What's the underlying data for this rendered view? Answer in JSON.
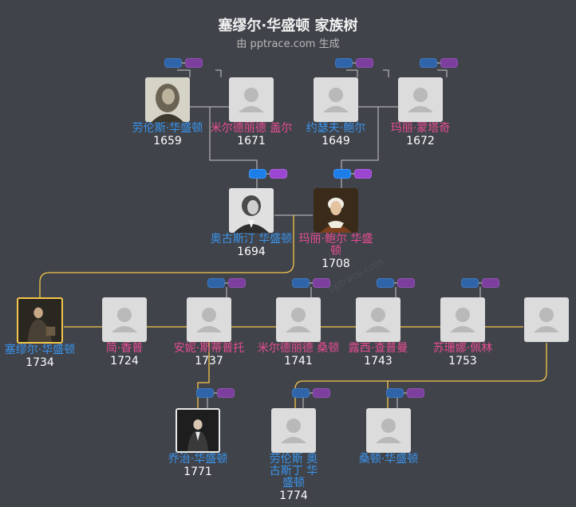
{
  "header": {
    "title": "塞缪尔·华盛顿 家族树",
    "subtitle": "由 pptrace.com 生成"
  },
  "watermark": "pptrace.com",
  "colors": {
    "male": "#3a95ee",
    "female": "#e84d93",
    "highlight": "#f3c64b",
    "line": "#bcbcbc",
    "background": "#40434a"
  },
  "people": {
    "lawrence_sr": {
      "name": "劳伦斯·华盛顿",
      "year": "1659"
    },
    "mildred": {
      "name": "米尔德丽德 盖尔",
      "year": "1671"
    },
    "joseph": {
      "name": "约瑟夫·鲍尔",
      "year": "1649"
    },
    "mary_m": {
      "name": "玛丽·蒙塔奇",
      "year": "1672"
    },
    "augustine": {
      "name": "奥古斯汀 华盛顿",
      "year": "1694"
    },
    "mary_b": {
      "name": "玛丽·鲍尔 华盛顿",
      "year": "1708"
    },
    "samuel": {
      "name": "塞缪尔·华盛顿",
      "year": "1734"
    },
    "jane": {
      "name": "简·香普",
      "year": "1724"
    },
    "anne": {
      "name": "安妮·斯蒂普托",
      "year": "1737"
    },
    "mildred_t": {
      "name": "米尔德丽德 桑顿",
      "year": "1741"
    },
    "lucy": {
      "name": "露西·查普曼",
      "year": "1743"
    },
    "susannah": {
      "name": "苏珊娜·佩林",
      "year": "1753"
    },
    "unknown": {
      "name": "",
      "year": ""
    },
    "george": {
      "name": "乔治·华盛顿",
      "year": "1771"
    },
    "lawrence_jr": {
      "name": "劳伦斯 奥古斯丁 华盛顿",
      "year": "1774"
    },
    "thornton": {
      "name": "桑顿·华盛顿",
      "year": ""
    }
  }
}
